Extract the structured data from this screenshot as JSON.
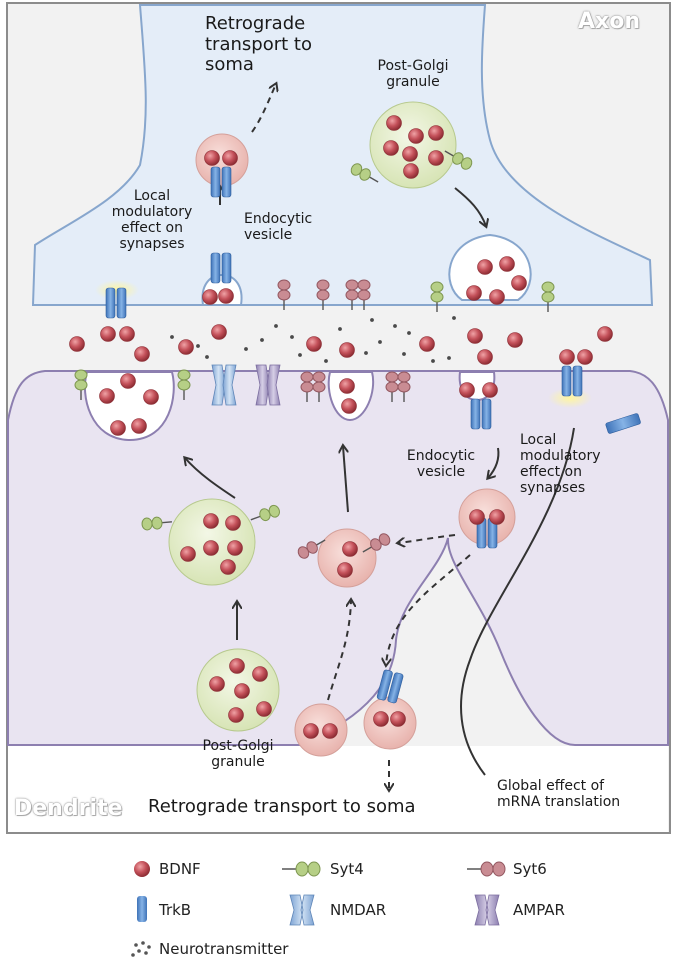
{
  "regions": {
    "axon": "Axon",
    "dendrite": "Dendrite"
  },
  "labels": {
    "retrograde_top": "Retrograde\ntransport to\nsoma",
    "post_golgi_top": "Post-Golgi\ngranule",
    "endocytic_top": "Endocytic\nvesicle",
    "local_left": "Local\nmodulatory\neffect on\nsynapses",
    "endocytic_right": "Endocytic\nvesicle",
    "local_right": "Local\nmodulatory\neffect on\nsynapses",
    "post_golgi_bottom": "Post-Golgi\ngranule",
    "retrograde_bottom": "Retrograde transport to soma",
    "global_effect": "Global effect of\nmRNA translation"
  },
  "legend": {
    "bdnf": "BDNF",
    "syt4": "Syt4",
    "syt6": "Syt6",
    "trkb": "TrkB",
    "nmdar": "NMDAR",
    "ampar": "AMPAR",
    "neurotransmitter": "Neurotransmitter"
  },
  "colors": {
    "bdnf": "#c4515a",
    "trkb": "#5b8fd0",
    "nmdar": "#9bbbe0",
    "ampar": "#a99cc6",
    "syt4": "#b6cf86",
    "syt6": "#c98c93",
    "golgi_granule": "#e2ebcb",
    "endocytic": "#f2c9c4",
    "axon_fill": "#e4edf8",
    "dendrite_fill": "#e9e4f1"
  }
}
